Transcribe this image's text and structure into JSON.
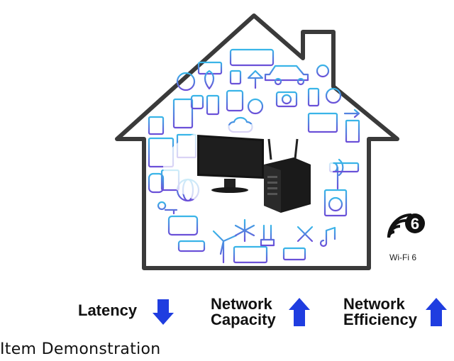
{
  "badge": {
    "big_symbol": "6",
    "label": "Wi-Fi 6"
  },
  "metrics": [
    {
      "line1": "Latency",
      "line2": "",
      "trend": "down"
    },
    {
      "line1": "Network",
      "line2": "Capacity",
      "trend": "up"
    },
    {
      "line1": "Network",
      "line2": "Efficiency",
      "trend": "up"
    }
  ],
  "caption": "Item Demonstration",
  "colors": {
    "icon_cyan": "#39b6e8",
    "icon_purple": "#6b4fd8",
    "arrow_blue": "#1f3de0",
    "house_outline": "#3a3a3a"
  }
}
